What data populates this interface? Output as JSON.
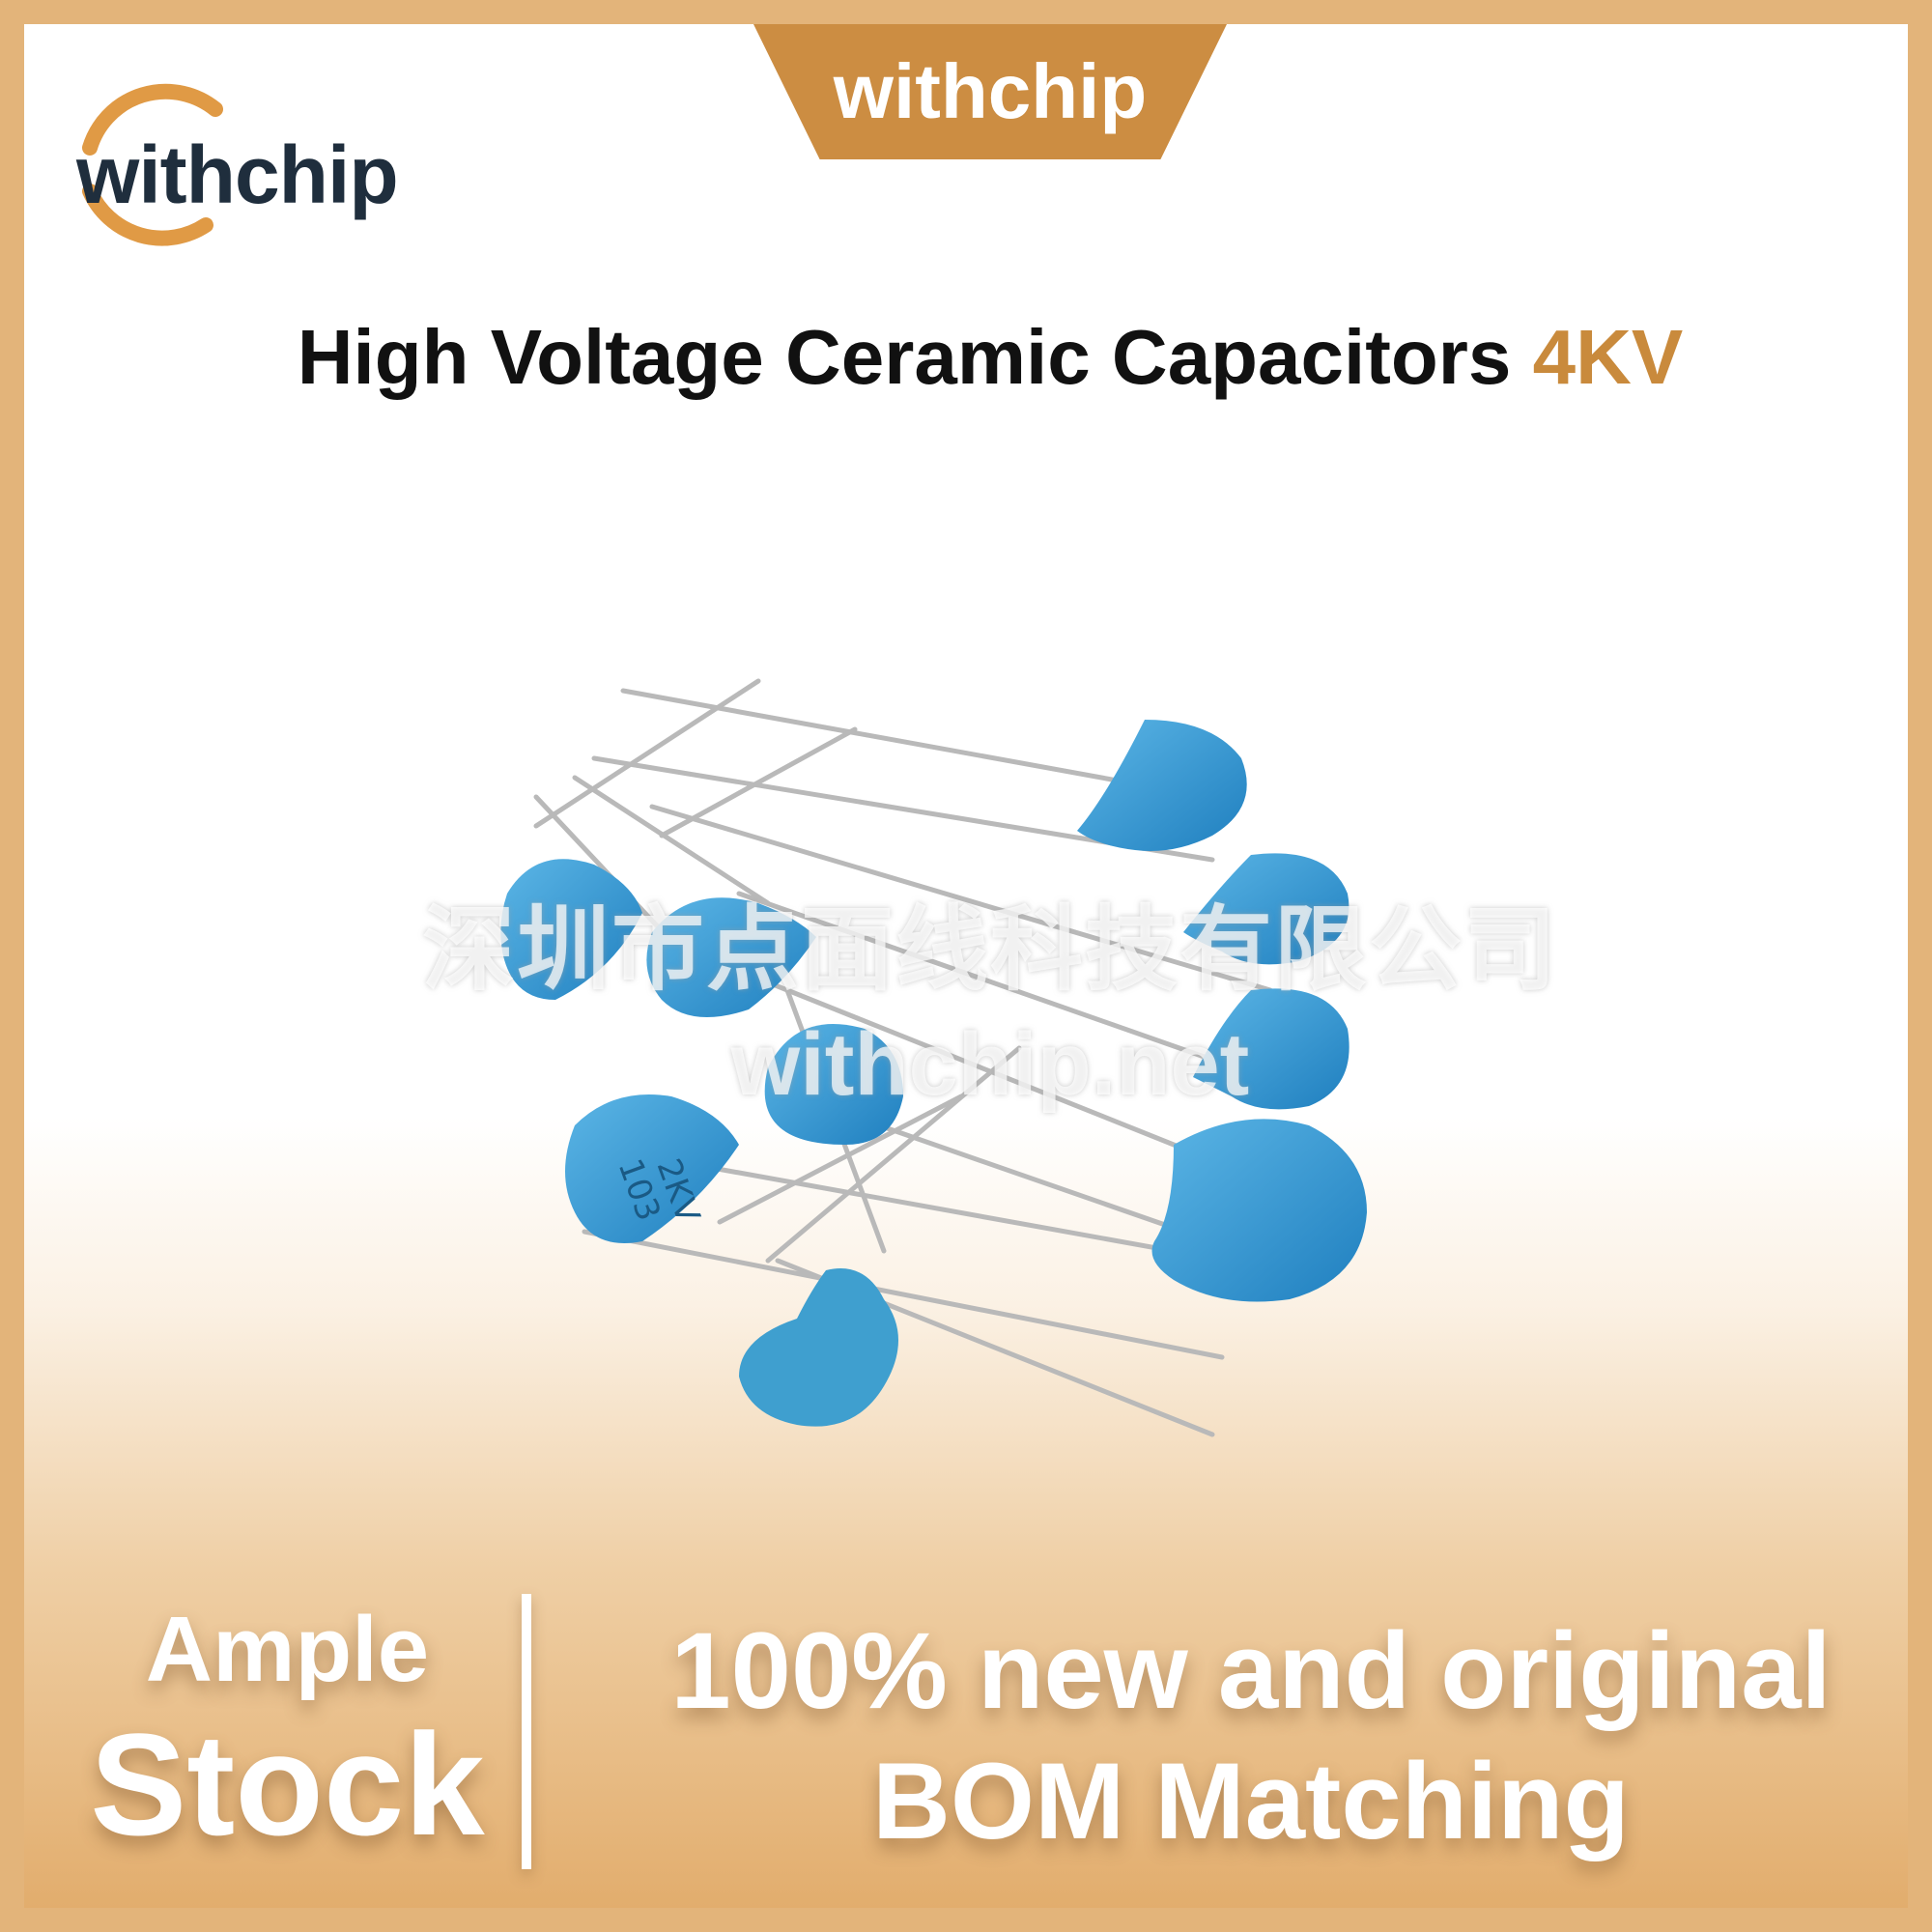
{
  "top_tab": {
    "label": "withchip"
  },
  "logo": {
    "text": "withchip"
  },
  "headline": {
    "text": "High Voltage Ceramic Capacitors",
    "accent": "4KV"
  },
  "watermark": {
    "chinese": "深圳市点面线科技有限公司",
    "url": "withchip.net"
  },
  "capacitor_markings": [
    "103",
    "2KV"
  ],
  "bottom": {
    "ample": "Ample",
    "stock": "Stock",
    "line1": "100% new and original",
    "line2": "BOM Matching"
  },
  "colors": {
    "brand_orange": "#cc8d42",
    "capacitor_blue": "#2f93d0",
    "logo_dark": "#1f2e3d"
  }
}
